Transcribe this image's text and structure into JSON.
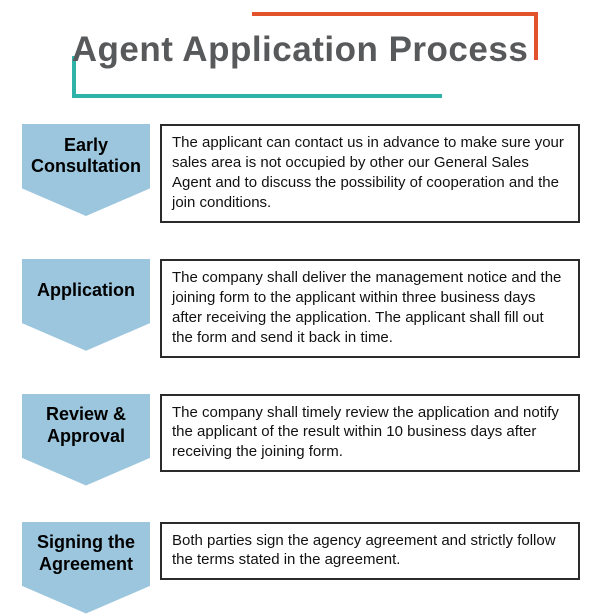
{
  "title": "Agent Application Process",
  "colors": {
    "accent_orange": "#e2532c",
    "accent_teal": "#2fb3a9",
    "step_blue": "#9cc6dd",
    "title_gray": "#58595b"
  },
  "steps": [
    {
      "label": "Early Consultation",
      "description": "The applicant can contact us in advance to make sure your sales area is not occupied by other our General Sales Agent and to discuss the possibility of cooperation and the join conditions."
    },
    {
      "label": "Application",
      "description": "The company shall deliver the management notice and the joining form to the applicant within three business days after receiving the application. The applicant shall fill out the form and send it back in time."
    },
    {
      "label": "Review & Approval",
      "description": "The company shall timely review the application and notify the applicant of the result within 10 business days after receiving the joining form."
    },
    {
      "label": "Signing the Agreement",
      "description": "Both parties sign the agency agreement and strictly follow the terms stated in the agreement."
    }
  ]
}
